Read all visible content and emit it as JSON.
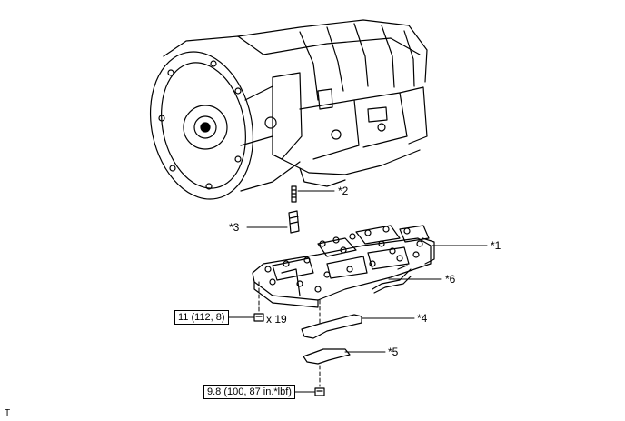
{
  "callouts": {
    "c1": "*1",
    "c2": "*2",
    "c3": "*3",
    "c4": "*4",
    "c5": "*5",
    "c6": "*6"
  },
  "torque": {
    "bolt_upper": "11 (112, 8)",
    "bolt_lower": "9.8 (100, 87 in.*lbf)"
  },
  "bolt_count": "x 19",
  "corner_mark": "T"
}
